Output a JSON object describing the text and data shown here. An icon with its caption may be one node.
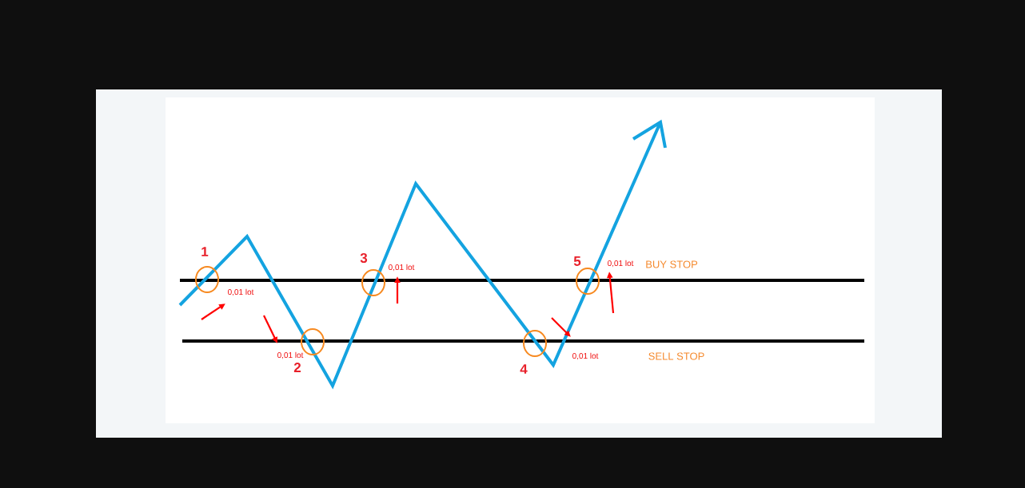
{
  "diagram": {
    "labels": [
      "1",
      "0,01 lot",
      "2",
      "0,01 lot",
      "3",
      "0,01 lot",
      "4",
      "0,01 lot",
      "5",
      "0,01 lot",
      "BUY STOP",
      "SELL STOP"
    ]
  }
}
